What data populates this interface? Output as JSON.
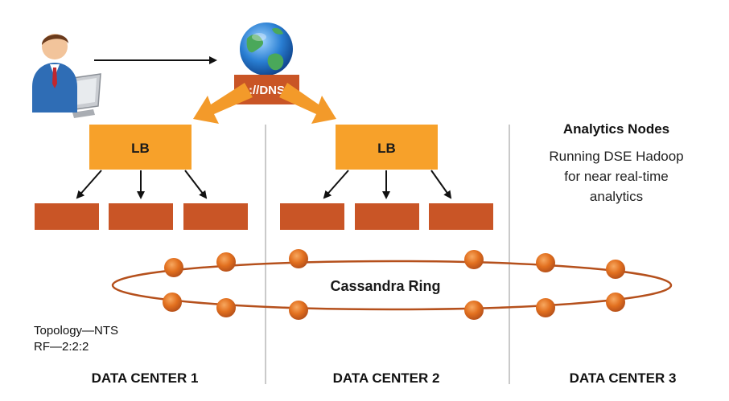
{
  "colors": {
    "lb_fill": "#f7a12a",
    "server_fill": "#c95526",
    "dns_box": "#c95526",
    "arrow_orange": "#f39a2a",
    "node_fill": "#e2701f",
    "ring_stroke": "#b5501c",
    "divider": "#b9b9b9"
  },
  "client": {
    "icon": "user-at-computer-icon"
  },
  "dns": {
    "icon": "globe-icon",
    "label": "://DNS"
  },
  "load_balancers": [
    {
      "label": "LB"
    },
    {
      "label": "LB"
    }
  ],
  "analytics": {
    "title": "Analytics Nodes",
    "description_lines": [
      "Running DSE Hadoop",
      "for near real-time",
      "analytics"
    ]
  },
  "ring": {
    "label": "Cassandra Ring"
  },
  "topology": {
    "line1": "Topology—NTS",
    "line2": "RF—2:2:2"
  },
  "data_centers": [
    {
      "label": "DATA CENTER 1"
    },
    {
      "label": "DATA CENTER 2"
    },
    {
      "label": "DATA CENTER 3"
    }
  ]
}
